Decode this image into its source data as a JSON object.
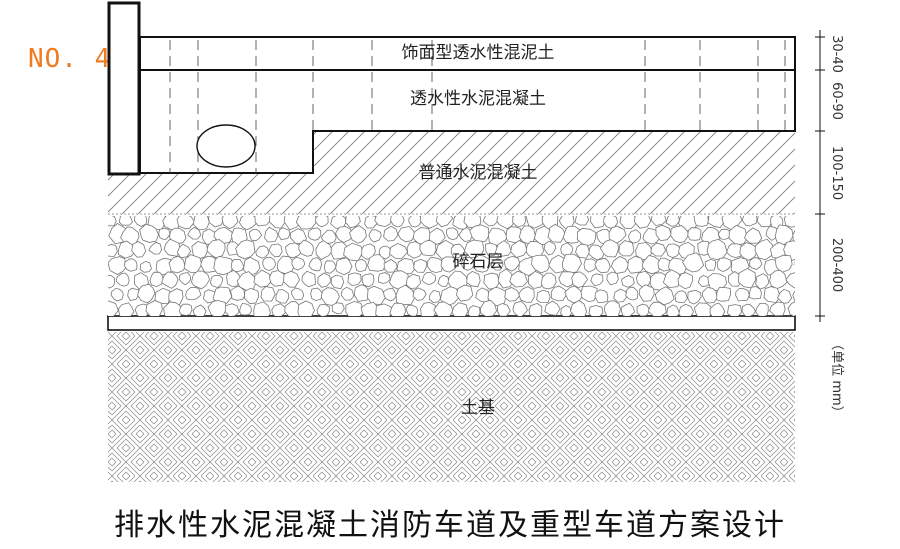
{
  "plate_number": "NO. 4",
  "caption": "排水性水泥混凝土消防车道及重型车道方案设计",
  "layers": [
    {
      "name": "饰面型透水性混泥土",
      "thickness": "30-40"
    },
    {
      "name": "透水性水泥混凝土",
      "thickness": "60-90"
    },
    {
      "name": "普通水泥混凝土",
      "thickness": "100-150"
    },
    {
      "name": "碎石层",
      "thickness": "200-400"
    },
    {
      "name": "土基",
      "thickness": ""
    }
  ],
  "unit_note": "（单位 mm）"
}
